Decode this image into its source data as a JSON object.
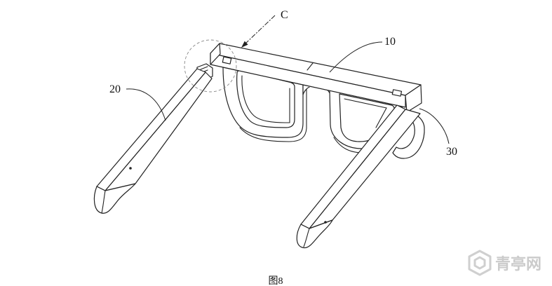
{
  "labels": {
    "detail_c": "C",
    "ref_10": "10",
    "ref_20": "20",
    "ref_30": "30"
  },
  "caption": "图8",
  "watermark": {
    "text": "青亭网"
  },
  "colors": {
    "line": "#222222",
    "detail_circle": "#888888",
    "watermark": "#cbcbcb",
    "background": "#ffffff"
  }
}
